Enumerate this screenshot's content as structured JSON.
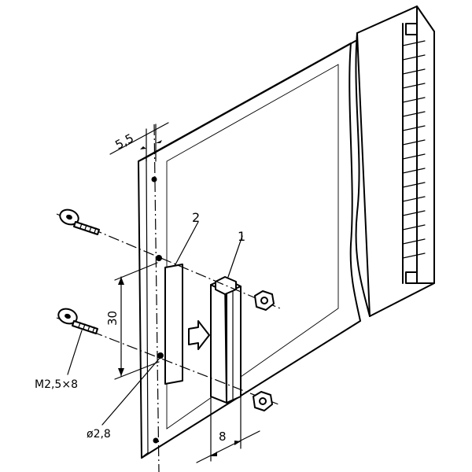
{
  "labels": {
    "dim_5_5": "5,5",
    "dim_30": "30",
    "dim_8": "8",
    "screw_spec": "M2,5×8",
    "hole_diameter": "ø2,8",
    "callout_1": "1",
    "callout_2": "2"
  }
}
